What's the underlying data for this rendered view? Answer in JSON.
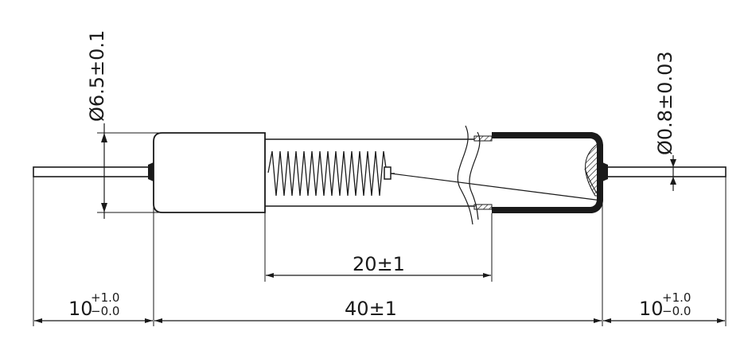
{
  "dimensions": {
    "body_diameter": "Ø6.5±0.1",
    "lead_diameter": "Ø0.8±0.03",
    "spring_length": "20±1",
    "body_length": "40±1",
    "left_lead_length": {
      "nominal": "10",
      "upper_tol": "+1.0",
      "lower_tol": "−0.0"
    },
    "right_lead_length": {
      "nominal": "10",
      "upper_tol": "+1.0",
      "lower_tol": "−0.0"
    }
  }
}
